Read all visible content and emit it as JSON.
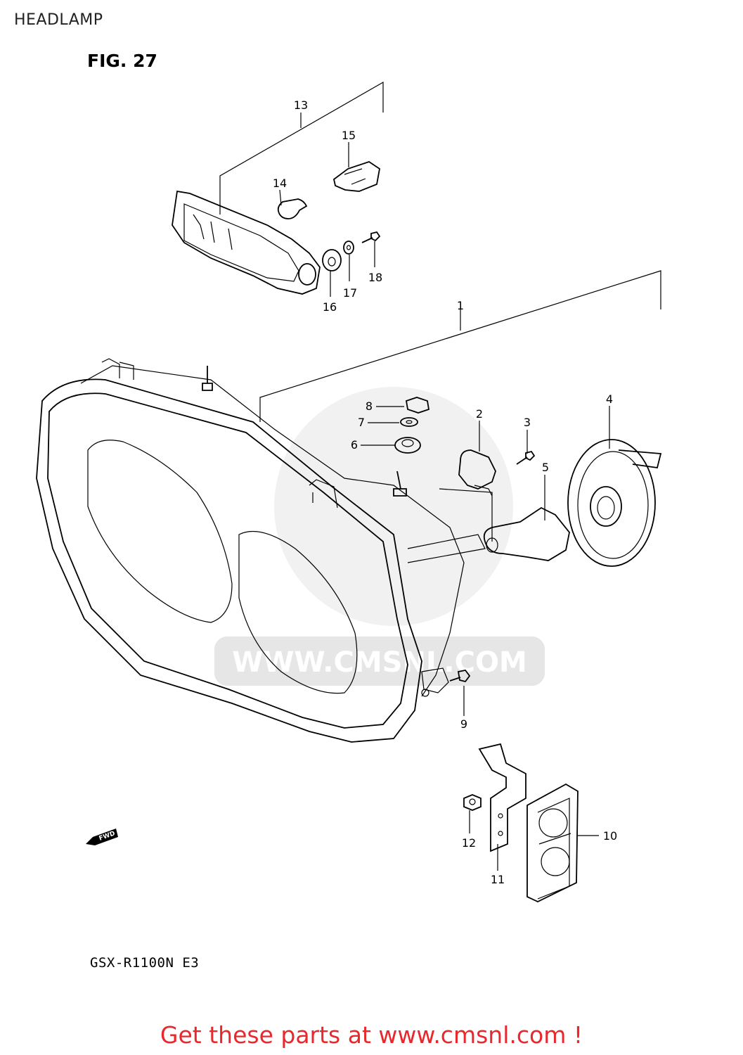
{
  "header": {
    "title": "HEADLAMP"
  },
  "figure": {
    "label": "FIG. 27",
    "model": "GSX-R1100N E3"
  },
  "watermark": {
    "text": "WWW.CMSNL.COM"
  },
  "fwd_badge": "FWD",
  "callouts": {
    "c1": "1",
    "c2": "2",
    "c3": "3",
    "c4": "4",
    "c5": "5",
    "c6": "6",
    "c7": "7",
    "c8": "8",
    "c9": "9",
    "c10": "10",
    "c11": "11",
    "c12": "12",
    "c13": "13",
    "c14": "14",
    "c15": "15",
    "c16": "16",
    "c17": "17",
    "c18": "18"
  },
  "footer": {
    "cta": "Get these parts at www.cmsnl.com !"
  },
  "colors": {
    "cta": "#e8282c",
    "watermark": "#e6e6e6",
    "line": "#000000"
  }
}
